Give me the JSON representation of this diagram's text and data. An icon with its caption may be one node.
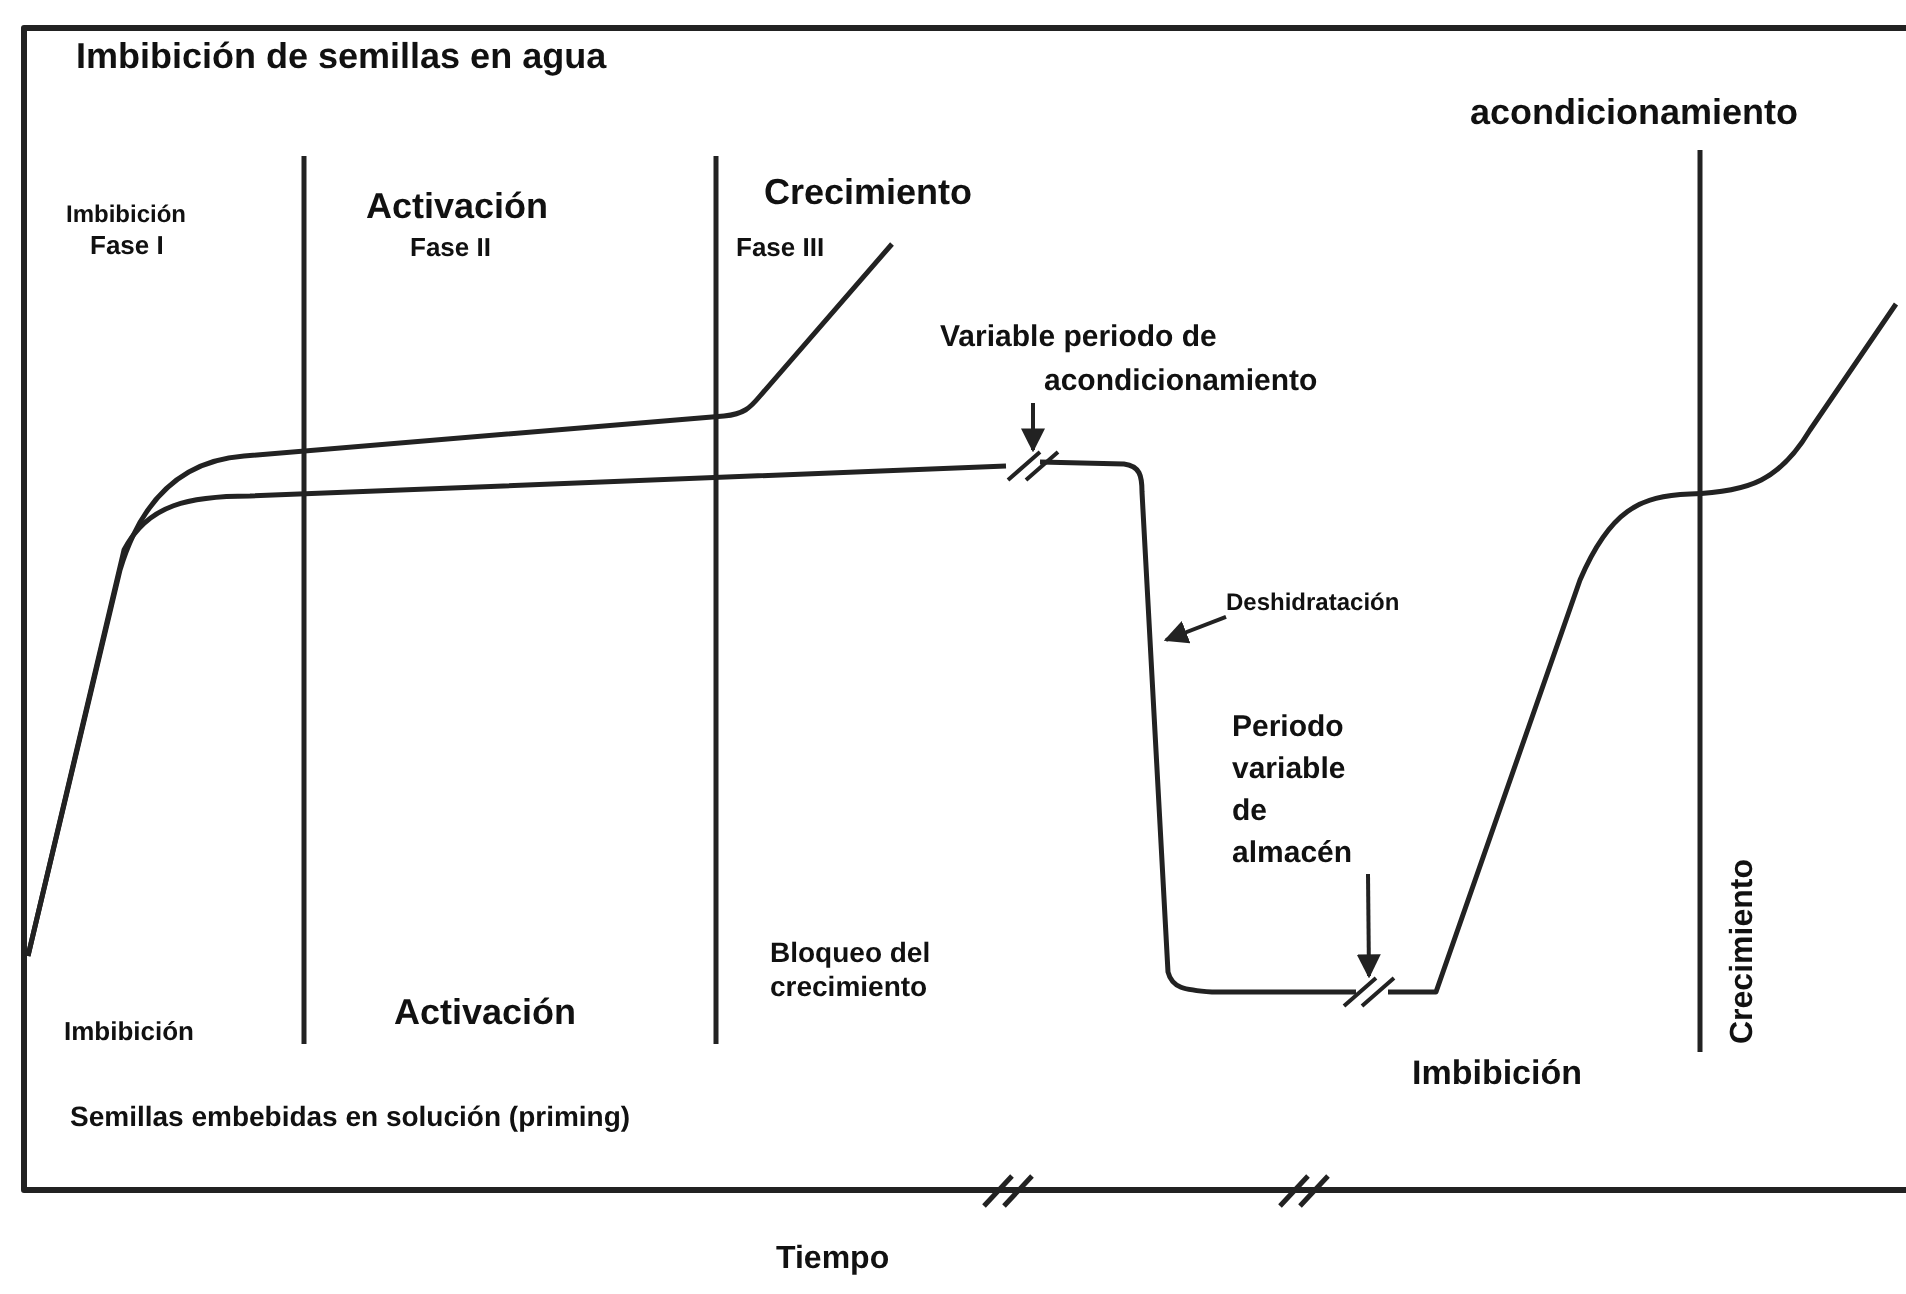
{
  "diagram": {
    "nodes": [
      {
        "text": [
          "Variable periodo de acondicionamiento"
        ]
      },
      {
        "text": [
          "Deshidratación"
        ]
      },
      {
        "text": [
          "Periodo variable de almacén"
        ]
      },
      {
        "text": [],
        "shape": "mark"
      },
      {
        "text": [],
        "shape": "mark"
      }
    ],
    "edges": [
      {
        "from": 0,
        "to": 3,
        "arrow": "to"
      },
      {
        "from": 1,
        "to": null,
        "arrow": "to"
      },
      {
        "from": 2,
        "to": 4,
        "arrow": "to"
      }
    ],
    "labels": [
      "Imbibición de semillas en agua",
      "acondicionamiento",
      "Imbibición",
      "Fase I",
      "Activación",
      "Fase II",
      "Crecimiento",
      "Fase III",
      "Bloqueo del crecimiento",
      "Imbibición",
      "Activación",
      "Crecimiento",
      "Imbibición",
      "Semillas embebidas en solución (priming)",
      "Tiempo"
    ]
  }
}
